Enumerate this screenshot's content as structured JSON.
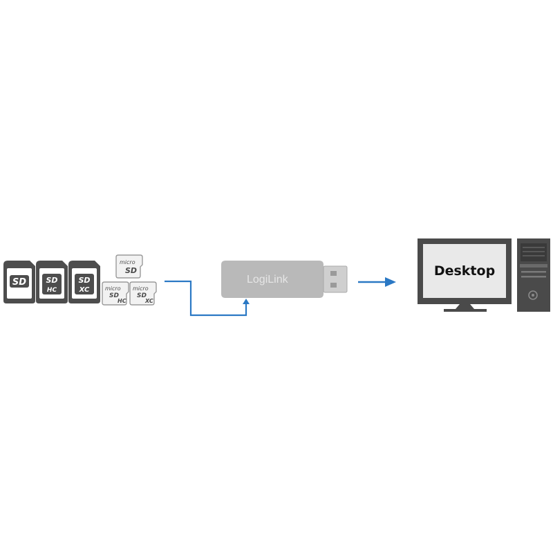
{
  "colors": {
    "card_dark": "#4d4d4d",
    "card_light": "#f2f2f2",
    "reader_body": "#b9b9b9",
    "connector_blue": "#2a78c4",
    "monitor_frame": "#4a4a4a",
    "screen": "#e9e9e9"
  },
  "cards": {
    "sd": {
      "logo": "SD",
      "sub": ""
    },
    "sdhc": {
      "logo": "SD",
      "sub": "HC"
    },
    "sdxc": {
      "logo": "SD",
      "sub": "XC"
    },
    "micro_sd": {
      "prefix": "micro",
      "logo": "SD",
      "sub": ""
    },
    "micro_sdhc": {
      "prefix": "micro",
      "logo": "SD",
      "sub": "HC"
    },
    "micro_sdxc": {
      "prefix": "micro",
      "logo": "SD",
      "sub": "XC"
    }
  },
  "reader": {
    "brand": "LogiLink"
  },
  "computer": {
    "screen_label": "Desktop"
  },
  "icons": {
    "flow_line": "elbow-arrow-icon",
    "output_arrow": "arrow-right-icon",
    "usb_plug": "usb-connector-icon",
    "tower": "pc-tower-icon"
  }
}
